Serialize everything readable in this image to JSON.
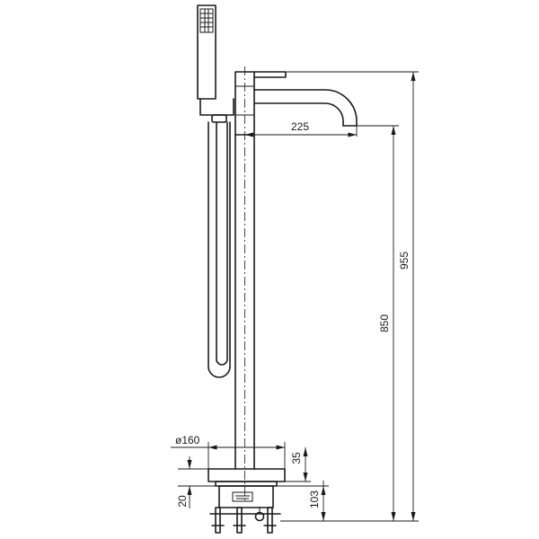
{
  "dimensions": {
    "spout_reach": "225",
    "total_height": "955",
    "spout_height": "850",
    "base_diameter": "ø160",
    "base_plate_height": "35",
    "floor_box_depth": "103",
    "floor_offset": "20"
  }
}
